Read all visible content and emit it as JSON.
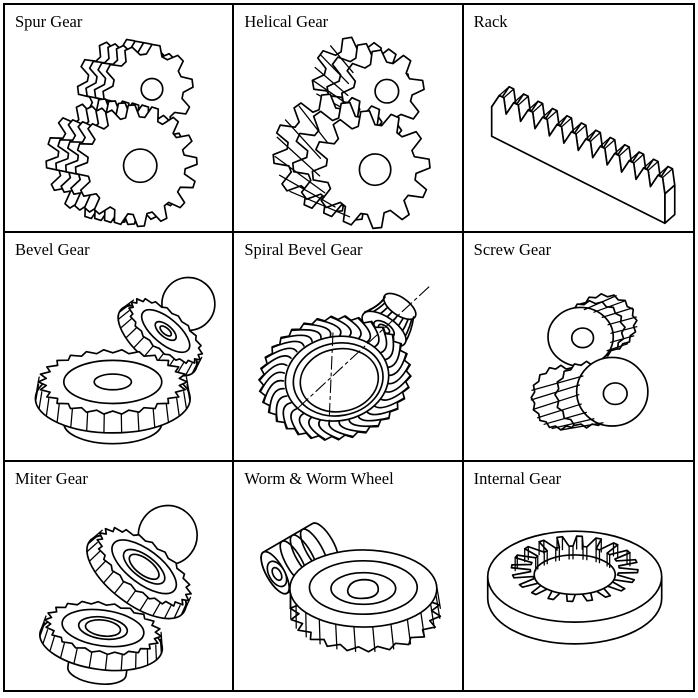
{
  "grid": {
    "rows": 3,
    "cols": 3,
    "cells": [
      {
        "label": "Spur Gear",
        "illustration": "spur-gear-illustration"
      },
      {
        "label": "Helical Gear",
        "illustration": "helical-gear-illustration"
      },
      {
        "label": "Rack",
        "illustration": "rack-illustration"
      },
      {
        "label": "Bevel Gear",
        "illustration": "bevel-gear-illustration"
      },
      {
        "label": "Spiral Bevel Gear",
        "illustration": "spiral-bevel-gear-illustration"
      },
      {
        "label": "Screw Gear",
        "illustration": "screw-gear-illustration"
      },
      {
        "label": "Miter Gear",
        "illustration": "miter-gear-illustration"
      },
      {
        "label": "Worm & Worm Wheel",
        "illustration": "worm-and-worm-wheel-illustration"
      },
      {
        "label": "Internal Gear",
        "illustration": "internal-gear-illustration"
      }
    ]
  },
  "colors": {
    "line": "#000000",
    "background": "#ffffff",
    "border": "#000000"
  }
}
